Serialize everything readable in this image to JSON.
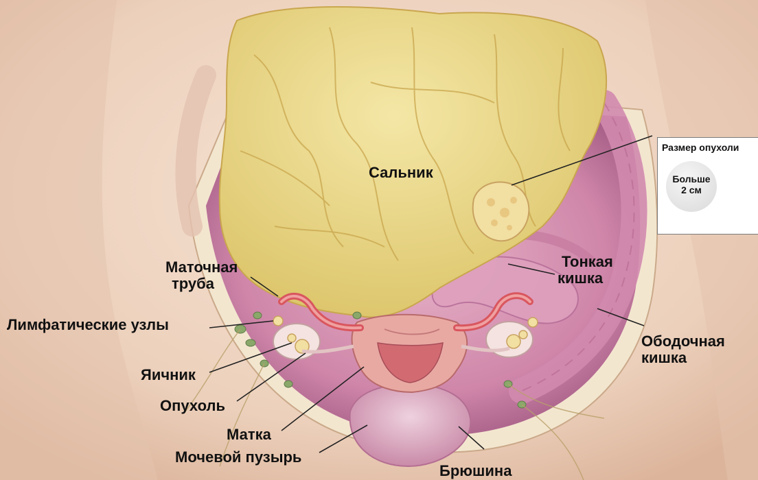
{
  "labels": {
    "omentum": "Сальник",
    "fallopian_tube_1": "Маточная",
    "fallopian_tube_2": "труба",
    "small_intestine_1": "Тонкая",
    "small_intestine_2": "кишка",
    "lymph_nodes": "Лимфатические узлы",
    "colon_1": "Ободочная",
    "colon_2": "кишка",
    "ovary": "Яичник",
    "tumor": "Опухоль",
    "uterus": "Матка",
    "bladder": "Мочевой пузырь",
    "peritoneum": "Брюшина"
  },
  "inset": {
    "title": "Размер опухоли",
    "size_line_1": "Больше",
    "size_line_2": "2 см"
  },
  "colors": {
    "skin": "#f0d7c4",
    "skin_shadow": "#d9b49b",
    "omentum": "#e8d98a",
    "omentum_vein": "#c9a64e",
    "peritoneum_wall": "#c97ea6",
    "peritoneum_rim": "#f3e6cf",
    "intestine": "#d895b4",
    "uterus": "#e9a9a3",
    "tube": "#d9565e",
    "tumor": "#f2dfa2",
    "lymph": "#8aa86a",
    "almond": "#c58a3a"
  }
}
